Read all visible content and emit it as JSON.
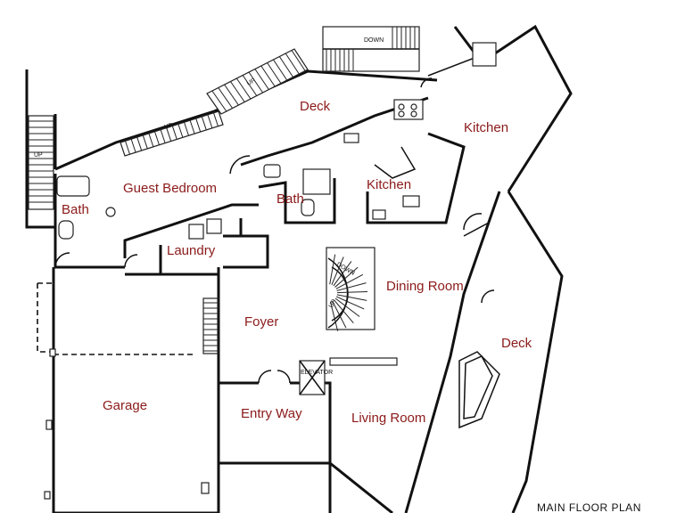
{
  "plan": {
    "title": "MAIN FLOOR PLAN",
    "rooms": {
      "deck_top": "Deck",
      "kitchen_upper": "Kitchen",
      "kitchen_inner": "Kitchen",
      "guest_bedroom": "Guest Bedroom",
      "bath_left": "Bath",
      "bath_center": "Bath",
      "laundry": "Laundry",
      "dining_room": "Dining Room",
      "foyer": "Foyer",
      "deck_right": "Deck",
      "garage": "Garage",
      "entry_way": "Entry Way",
      "living_room": "Living Room"
    },
    "stair_labels": {
      "up_left": "UP",
      "up_deck": "UP",
      "up_hall": "UP",
      "down_top": "DOWN",
      "down_spiral": "DOWN",
      "up_spiral": "UP",
      "elevator": "ELEVATOR"
    }
  }
}
